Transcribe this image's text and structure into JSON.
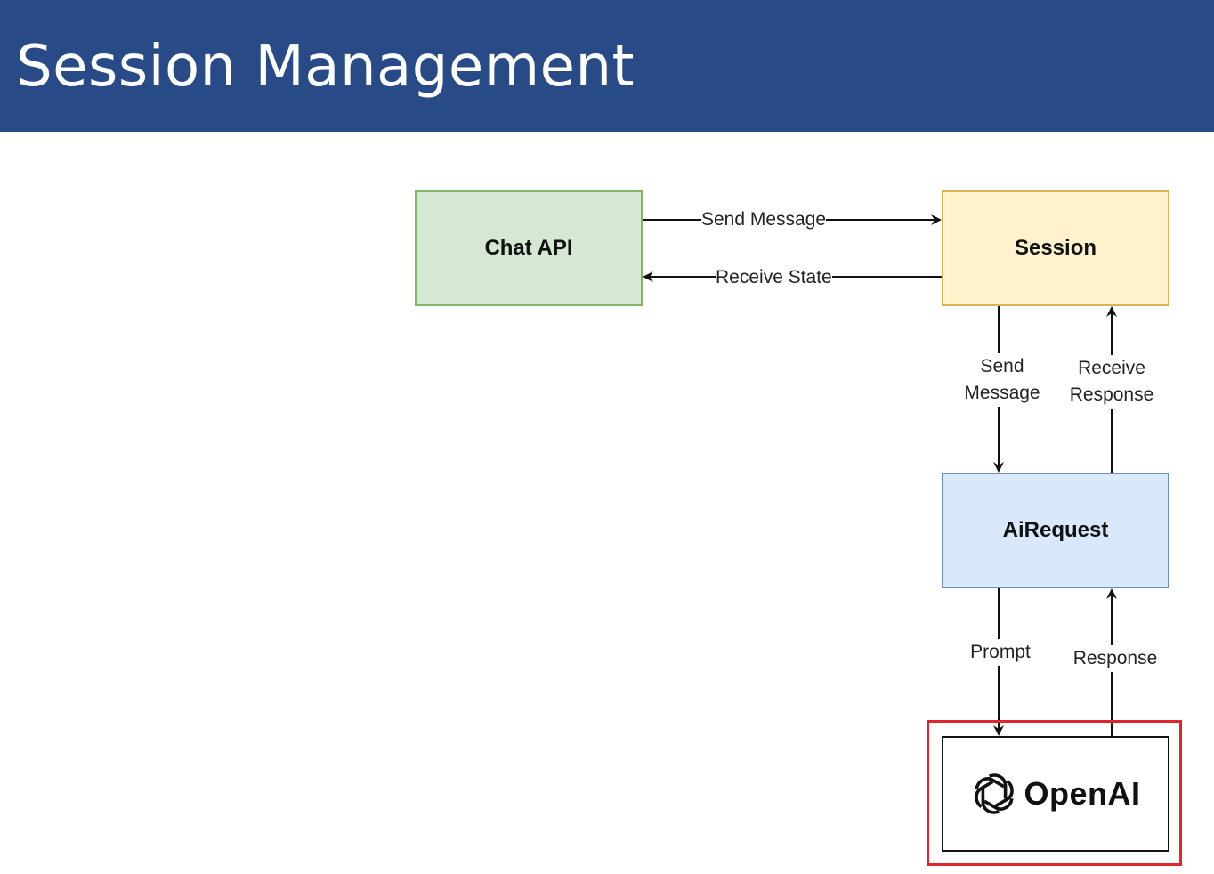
{
  "header": {
    "title": "Session Management"
  },
  "colors": {
    "header_bg": "#284b87",
    "chat_api_fill": "#d5e8d4",
    "session_fill": "#fff2cc",
    "airequest_fill": "#dae8fc",
    "highlight_border": "#e0262b"
  },
  "nodes": {
    "chat_api": "Chat API",
    "session": "Session",
    "airequest": "AiRequest",
    "openai": "OpenAI"
  },
  "edges": {
    "send_message_top": "Send Message",
    "receive_state": "Receive State",
    "send_line1": "Send",
    "send_line2": "Message",
    "receive_line1": "Receive",
    "receive_line2": "Response",
    "prompt": "Prompt",
    "response": "Response"
  },
  "icons": {
    "openai_logo": "openai-logo-icon"
  }
}
